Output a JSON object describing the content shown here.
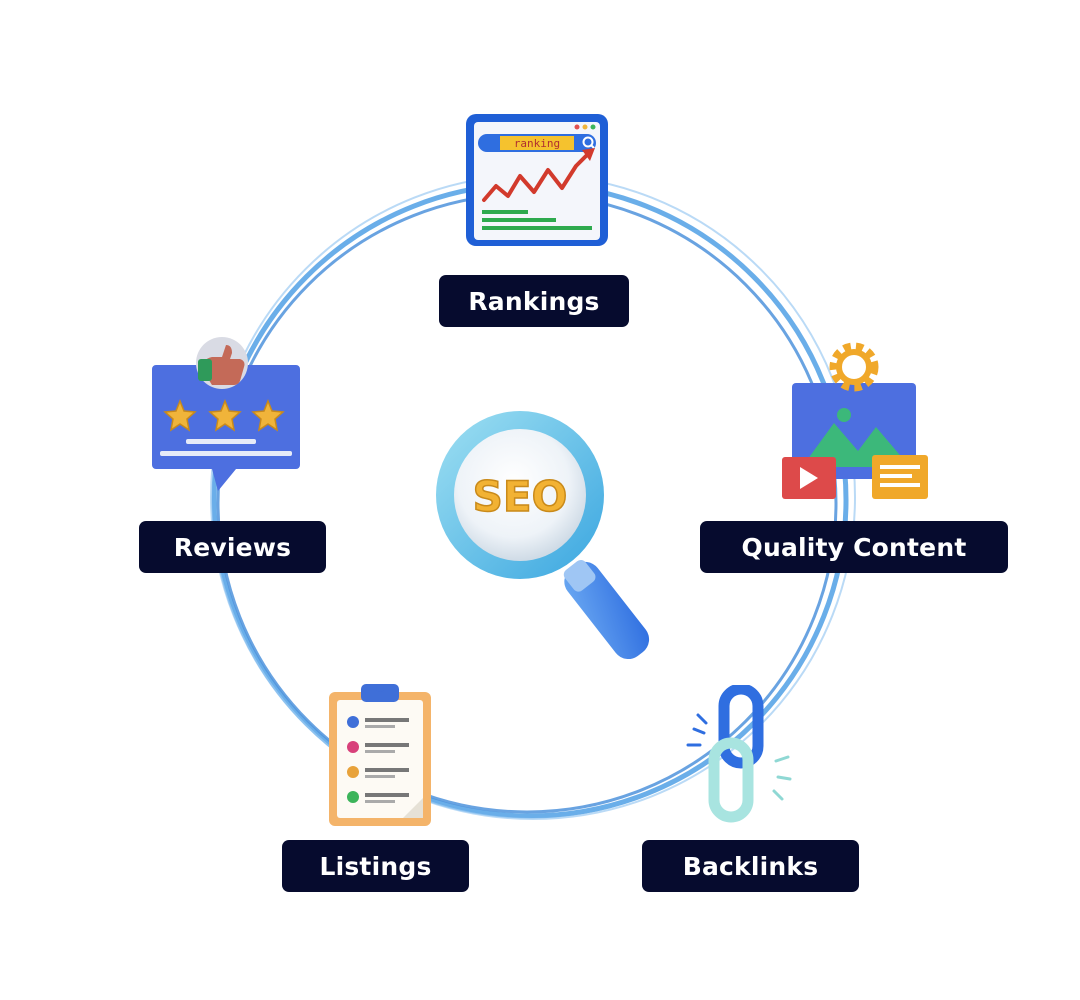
{
  "center": {
    "text": "SEO",
    "icon": "magnifying-glass-icon"
  },
  "nodes": {
    "rankings": {
      "label": "Rankings",
      "icon": "ranking-browser-icon",
      "search_text": "ranking"
    },
    "quality_content": {
      "label": "Quality Content",
      "icon": "media-content-icon"
    },
    "backlinks": {
      "label": "Backlinks",
      "icon": "chain-link-icon"
    },
    "listings": {
      "label": "Listings",
      "icon": "clipboard-checklist-icon"
    },
    "reviews": {
      "label": "Reviews",
      "icon": "star-review-icon"
    }
  },
  "colors": {
    "ring": "#5aa3e6",
    "label_bg": "#060b2e",
    "label_text": "#ffffff",
    "accent_blue": "#2f6ee0",
    "star_gold": "#f0b43a"
  }
}
